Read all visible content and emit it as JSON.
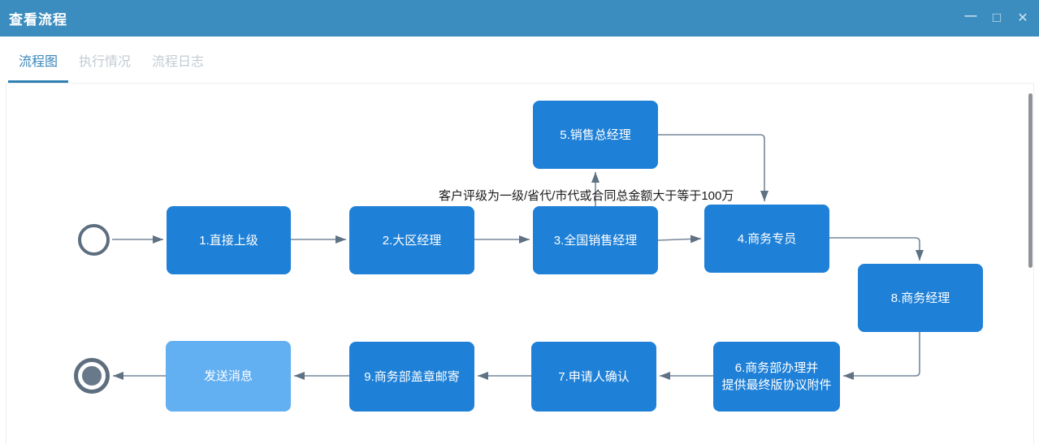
{
  "titlebar": {
    "title": "查看流程",
    "icons": [
      {
        "name": "minimize-icon",
        "glyph": "—"
      },
      {
        "name": "maximize-icon",
        "glyph": "□"
      },
      {
        "name": "close-icon",
        "glyph": "✕"
      }
    ]
  },
  "tabs": [
    {
      "label": "流程图",
      "active": true
    },
    {
      "label": "执行情况",
      "active": false
    },
    {
      "label": "流程日志",
      "active": false
    }
  ],
  "flowchart": {
    "condition_label": "客户评级为一级/省代/市代或合同总金额大于等于100万",
    "nodes": [
      {
        "id": "1",
        "label": "1.直接上级"
      },
      {
        "id": "2",
        "label": "2.大区经理"
      },
      {
        "id": "3",
        "label": "3.全国销售经理"
      },
      {
        "id": "4",
        "label": "4.商务专员"
      },
      {
        "id": "5",
        "label": "5.销售总经理"
      },
      {
        "id": "6",
        "label": "6.商务部办理并\n提供最终版协议附件"
      },
      {
        "id": "7",
        "label": "7.申请人确认"
      },
      {
        "id": "8",
        "label": "8.商务经理"
      },
      {
        "id": "9",
        "label": "9.商务部盖章邮寄"
      },
      {
        "id": "send",
        "label": "发送消息",
        "variant": "light"
      }
    ],
    "events": {
      "start": "start-event",
      "end": "end-event"
    },
    "colors": {
      "titlebar": "#3a8dbe",
      "node": "#1e80d7",
      "node_light": "#62aff2",
      "connector": "#76879a",
      "arrowhead": "#5f7184",
      "active_tab": "#3886b9"
    }
  }
}
